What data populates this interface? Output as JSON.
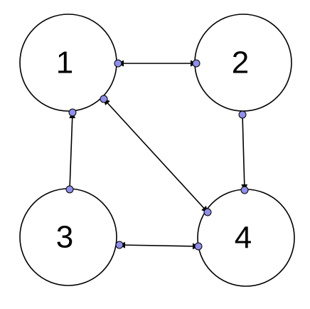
{
  "diagram": {
    "nodes": [
      {
        "id": "n1",
        "label": "1"
      },
      {
        "id": "n2",
        "label": "2"
      },
      {
        "id": "n3",
        "label": "3"
      },
      {
        "id": "n4",
        "label": "4"
      }
    ],
    "edges": [
      {
        "from": "n1",
        "to": "n2",
        "direction": "both"
      },
      {
        "from": "n2",
        "to": "n4",
        "direction": "forward"
      },
      {
        "from": "n3",
        "to": "n1",
        "direction": "forward"
      },
      {
        "from": "n1",
        "to": "n4",
        "direction": "both"
      },
      {
        "from": "n3",
        "to": "n4",
        "direction": "both"
      }
    ],
    "colors": {
      "port_fill": "#8f8fe8",
      "stroke": "#000000",
      "node_fill": "#ffffff"
    }
  }
}
